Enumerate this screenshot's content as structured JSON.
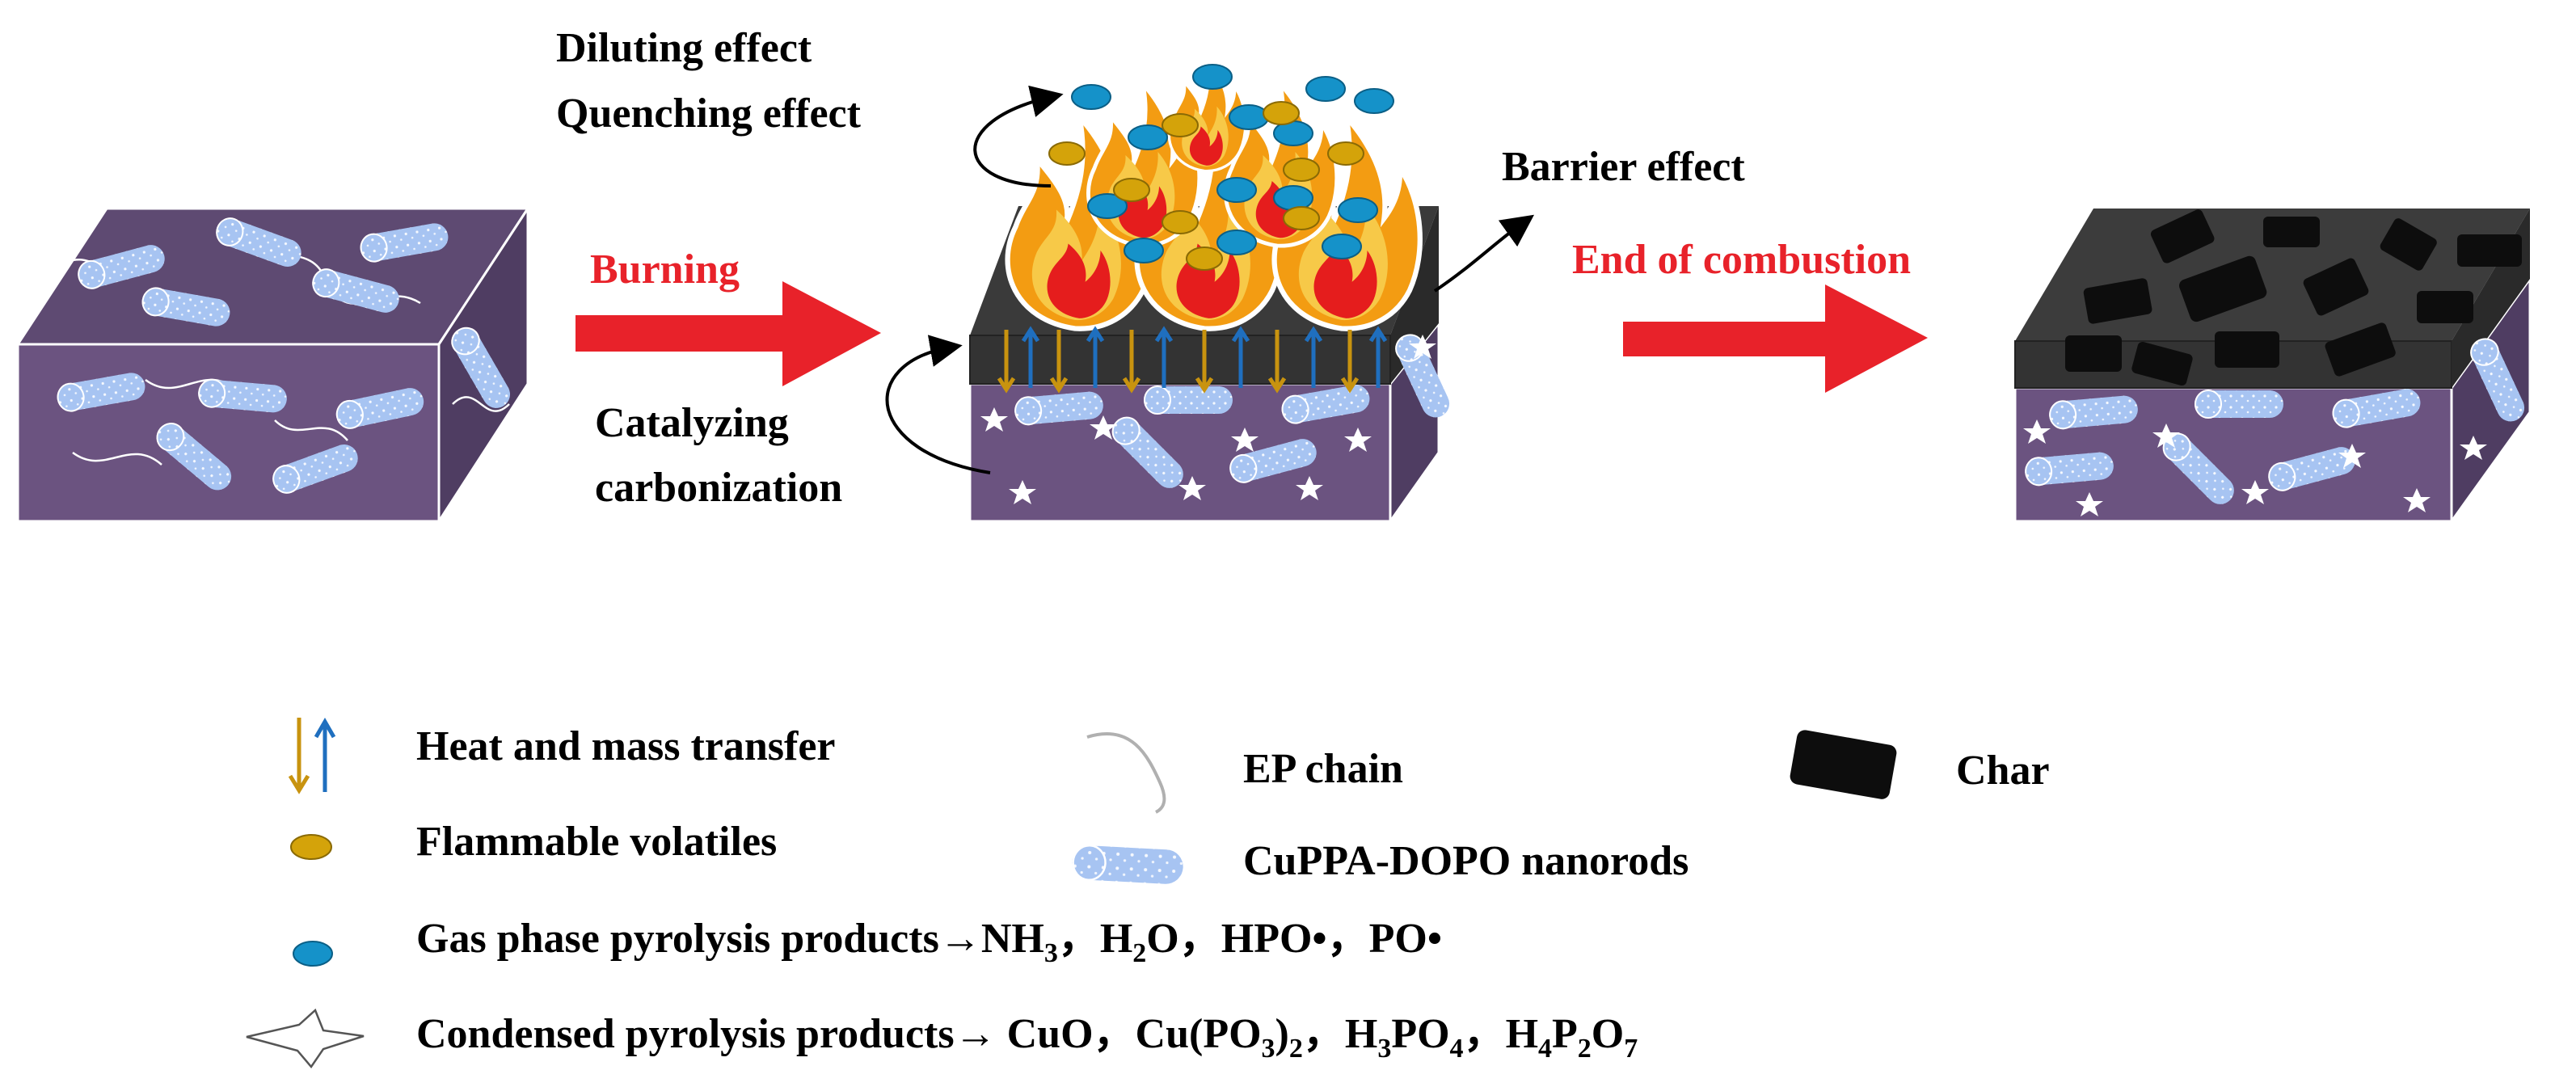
{
  "labels": {
    "diluting": "Diluting effect",
    "quenching": "Quenching effect",
    "barrier": "Barrier effect",
    "burning": "Burning",
    "end_of_combustion": "End of combustion",
    "catalyzing": "Catalyzing",
    "carbonization": "carbonization"
  },
  "legend": {
    "heat_mass": "Heat and mass transfer",
    "flammable": "Flammable volatiles",
    "ep_chain": "EP chain",
    "nanorods": "CuPPA-DOPO nanorods",
    "char": "Char",
    "gas_phase": {
      "prefix": "Gas phase pyrolysis products",
      "arrow": "→",
      "items": [
        "NH",
        "3",
        "H",
        "2",
        "O",
        "HPO•",
        "PO•"
      ]
    },
    "condensed": {
      "prefix": "Condensed pyrolysis products",
      "arrow": "→",
      "items": [
        "CuO",
        "Cu(PO",
        "3",
        ")",
        "2",
        "H",
        "3",
        "PO",
        "4",
        "H",
        "4",
        "P",
        "2",
        "O",
        "7"
      ]
    }
  },
  "colors": {
    "matrix_front": "#6b5380",
    "matrix_top": "#5e4a72",
    "matrix_side": "#4f3d62",
    "char_layer": "#3a3a3a",
    "char_block": "#0d0d0d",
    "arrow_red": "#e8222a",
    "arrow_blue": "#1f6fbf",
    "arrow_gold": "#c8930f",
    "gas_dot": "#1592c9",
    "flammable_dot": "#d4a30a",
    "nanorod": "#a7c4f2",
    "flame_outer": "#f39c12",
    "flame_inner": "#e51d1d"
  }
}
